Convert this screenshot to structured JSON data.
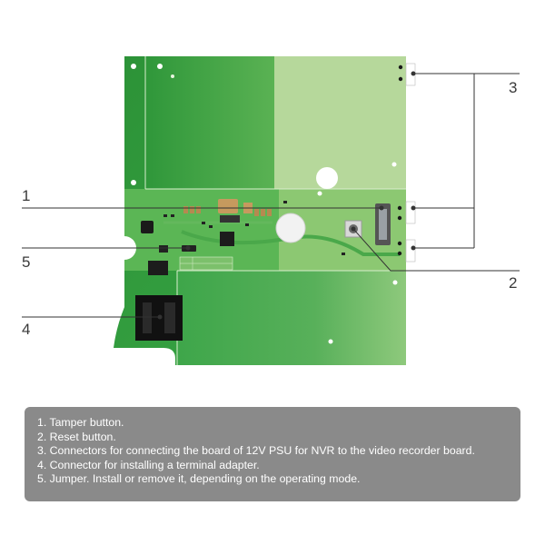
{
  "callouts": [
    {
      "number": "1"
    },
    {
      "number": "2"
    },
    {
      "number": "3"
    },
    {
      "number": "4"
    },
    {
      "number": "5"
    }
  ],
  "legend": {
    "items": [
      "1. Tamper button.",
      "2. Reset button.",
      "3. Connectors for connecting the board of 12V PSU for NVR to the video recorder board.",
      "4. Connector for installing a terminal adapter.",
      "5. Jumper. Install or remove it, depending on the operating mode."
    ]
  },
  "colors": {
    "board_dark": "#2f9a3c",
    "board_light": "#b4d79a",
    "callout_line": "#333333",
    "legend_bg": "#8a8a8a"
  }
}
